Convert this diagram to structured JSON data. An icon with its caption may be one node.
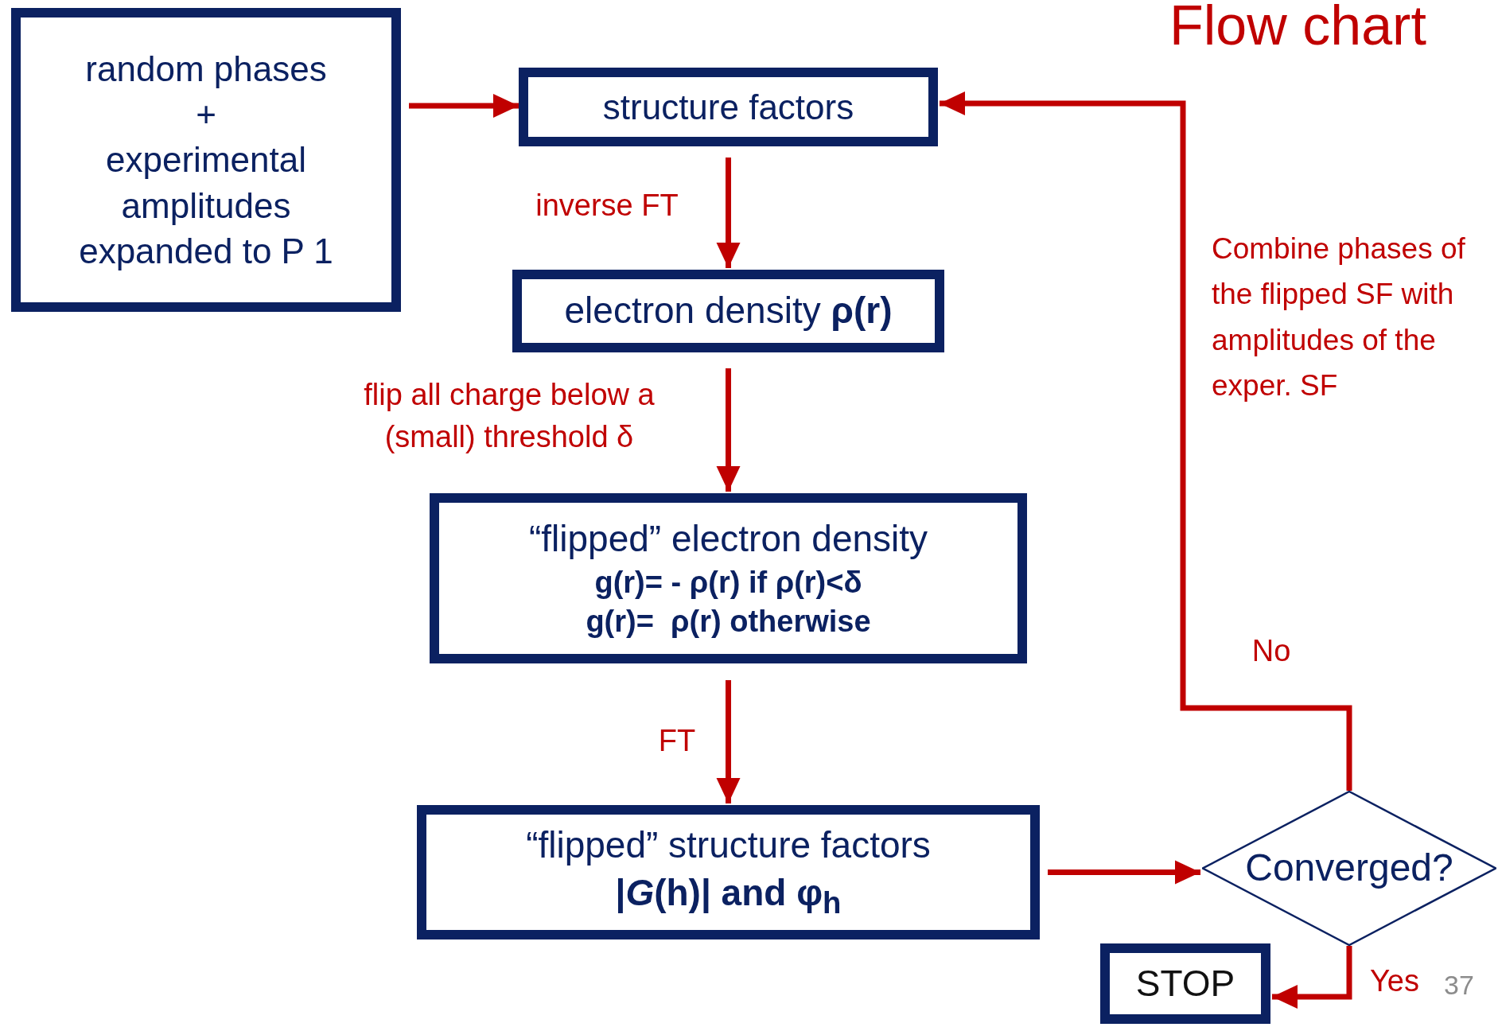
{
  "diagram": {
    "title": "Flow chart",
    "nodes": [
      {
        "text": [
          "random phases",
          "+",
          "experimental amplitudes expanded to P 1"
        ]
      },
      {
        "text": [
          "structure factors"
        ]
      },
      {
        "text": [
          "electron density **ρ(r)**"
        ]
      },
      {
        "text": [
          "“flipped” electron density",
          "g(r)= - ρ(r) if ρ(r)<δ",
          "g(r)=  ρ(r) otherwise"
        ]
      },
      {
        "text": [
          "“flipped” structure factors",
          "|*G*(h)| and φ$_{h}$"
        ]
      },
      {
        "text": [
          "Converged?"
        ]
      },
      {
        "text": [
          "STOP"
        ]
      }
    ],
    "edges": [
      {
        "from": 0,
        "to": 1,
        "arrow": "to"
      },
      {
        "from": 1,
        "to": 2,
        "arrow": "to",
        "label": "inverse FT"
      },
      {
        "from": 2,
        "to": 3,
        "arrow": "to",
        "label": "flip all charge below a (small) threshold δ"
      },
      {
        "from": 3,
        "to": 4,
        "arrow": "to",
        "label": "FT"
      },
      {
        "from": 4,
        "to": 5,
        "arrow": "to"
      },
      {
        "from": 5,
        "to": 1,
        "arrow": "to",
        "label": "No"
      },
      {
        "from": 5,
        "to": 6,
        "arrow": "to",
        "label": "Yes"
      }
    ],
    "labels": [
      "Combine phases of the flipped SF with amplitudes of the exper. SF",
      "37"
    ]
  }
}
